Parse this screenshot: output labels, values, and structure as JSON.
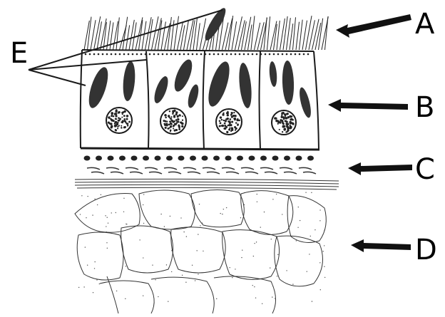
{
  "labels": {
    "a": "A",
    "b": "B",
    "c": "C",
    "d": "D",
    "e": "E"
  },
  "colors": {
    "ink": "#1a1a1a",
    "fill_dark": "#333333",
    "background": "#ffffff"
  },
  "icons": {
    "pointer_arrows": "arrow-left-icon",
    "cell_nucleus": "stippled-circle-icon",
    "flagellum_bodies": "dark-ellipse-icon"
  }
}
